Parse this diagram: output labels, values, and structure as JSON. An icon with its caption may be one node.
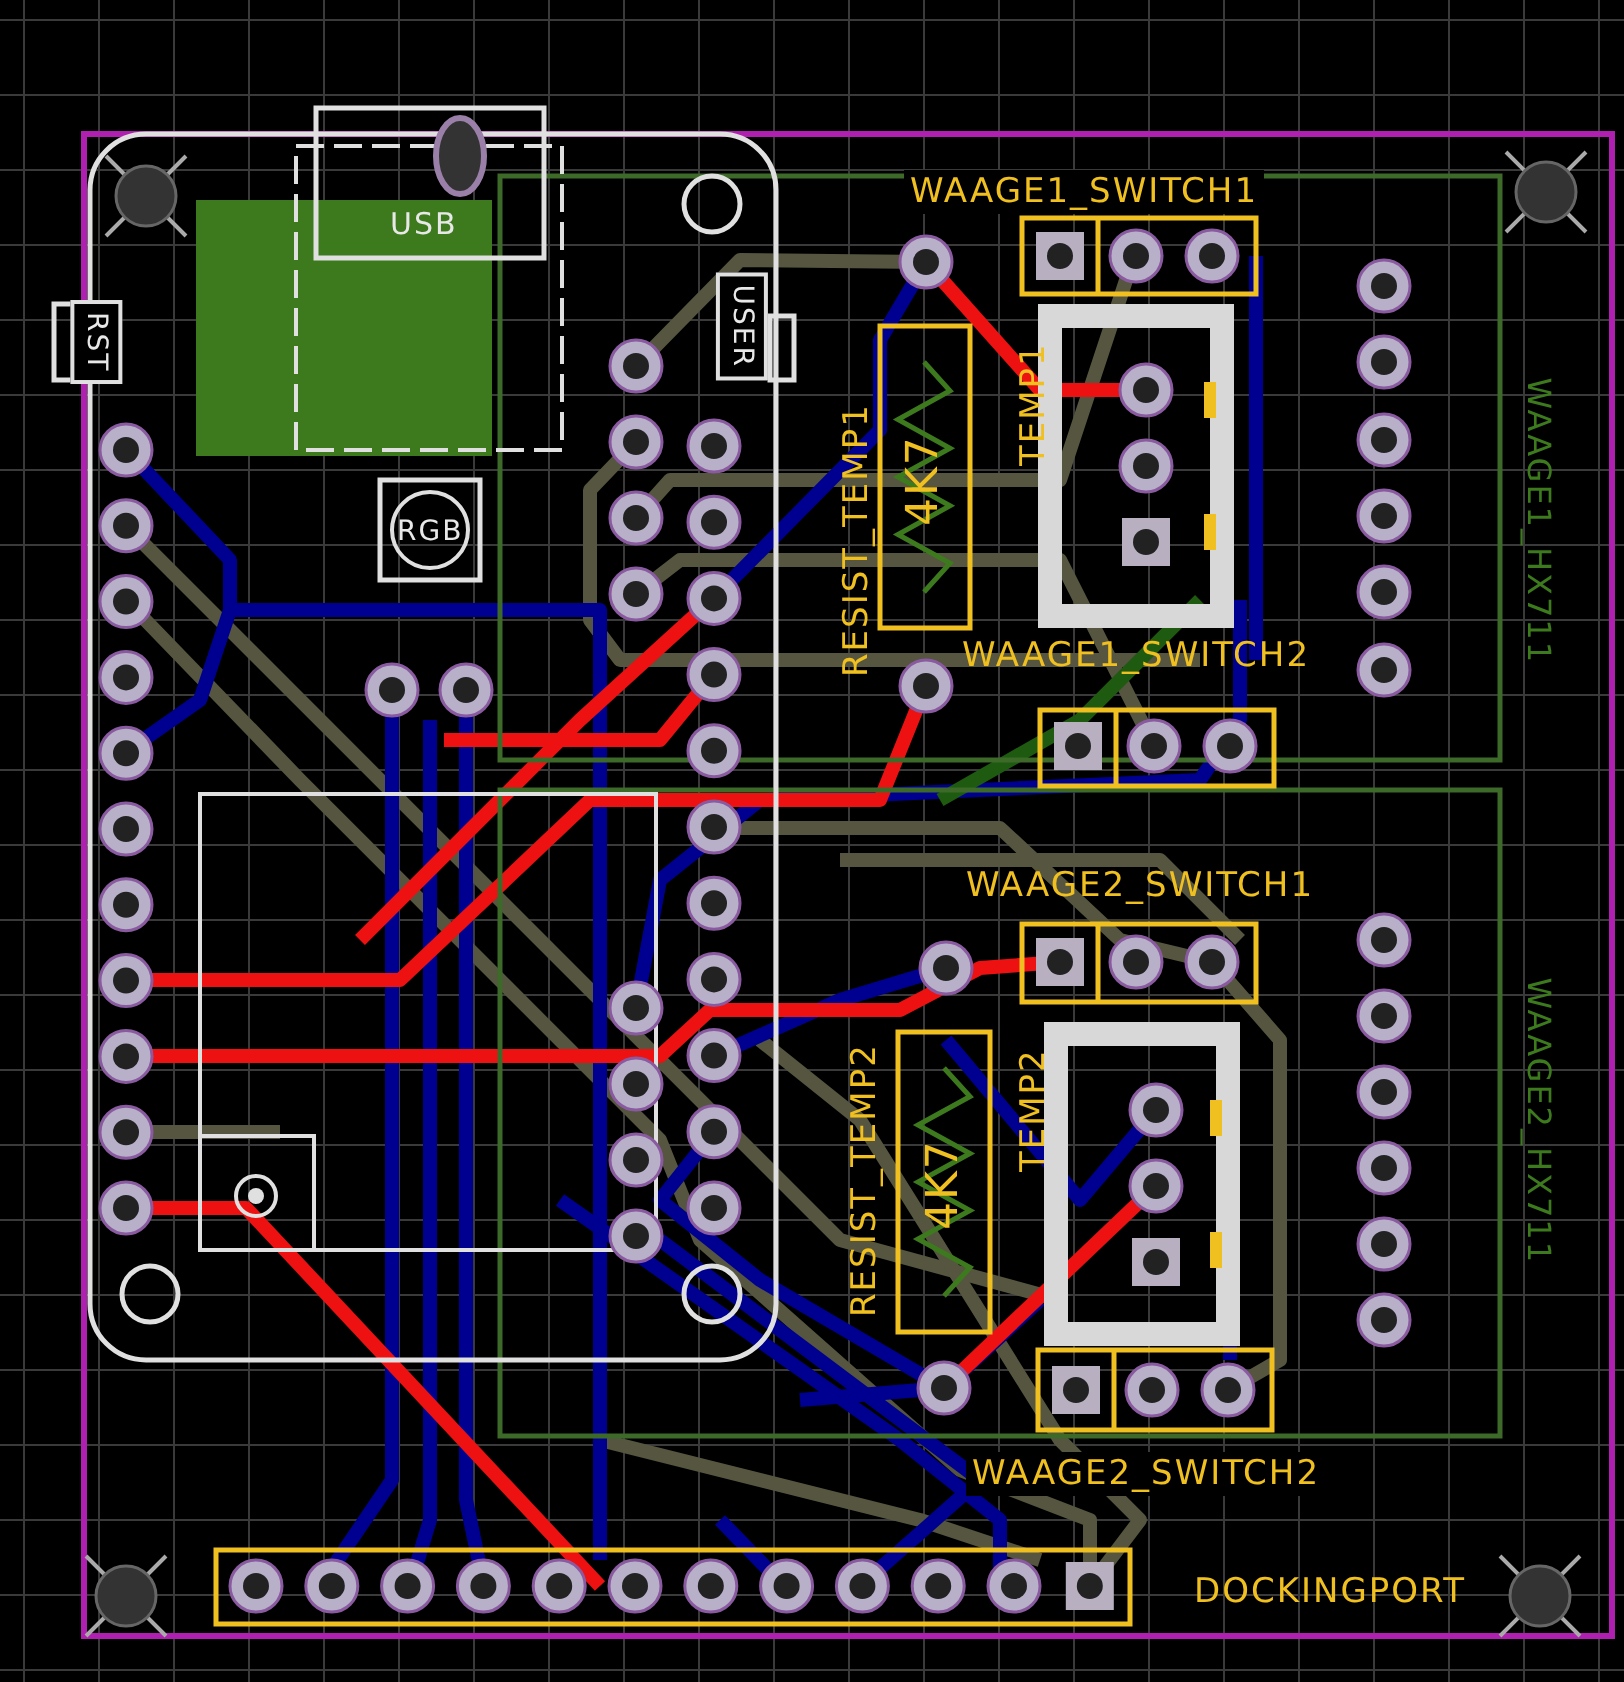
{
  "diagram": {
    "labels": [
      "USB",
      "RST",
      "USER",
      "RGB",
      "WAAGE1_SWITCH1",
      "RESIST_TEMP1",
      "4K7",
      "TEMP1",
      "WAAGE1_HX711",
      "WAAGE1_SWITCH2",
      "WAAGE2_SWITCH1",
      "RESIST_TEMP2",
      "4K7",
      "TEMP2",
      "WAAGE2_HX711",
      "WAAGE2_SWITCH2",
      "DOCKINGPORT"
    ]
  }
}
